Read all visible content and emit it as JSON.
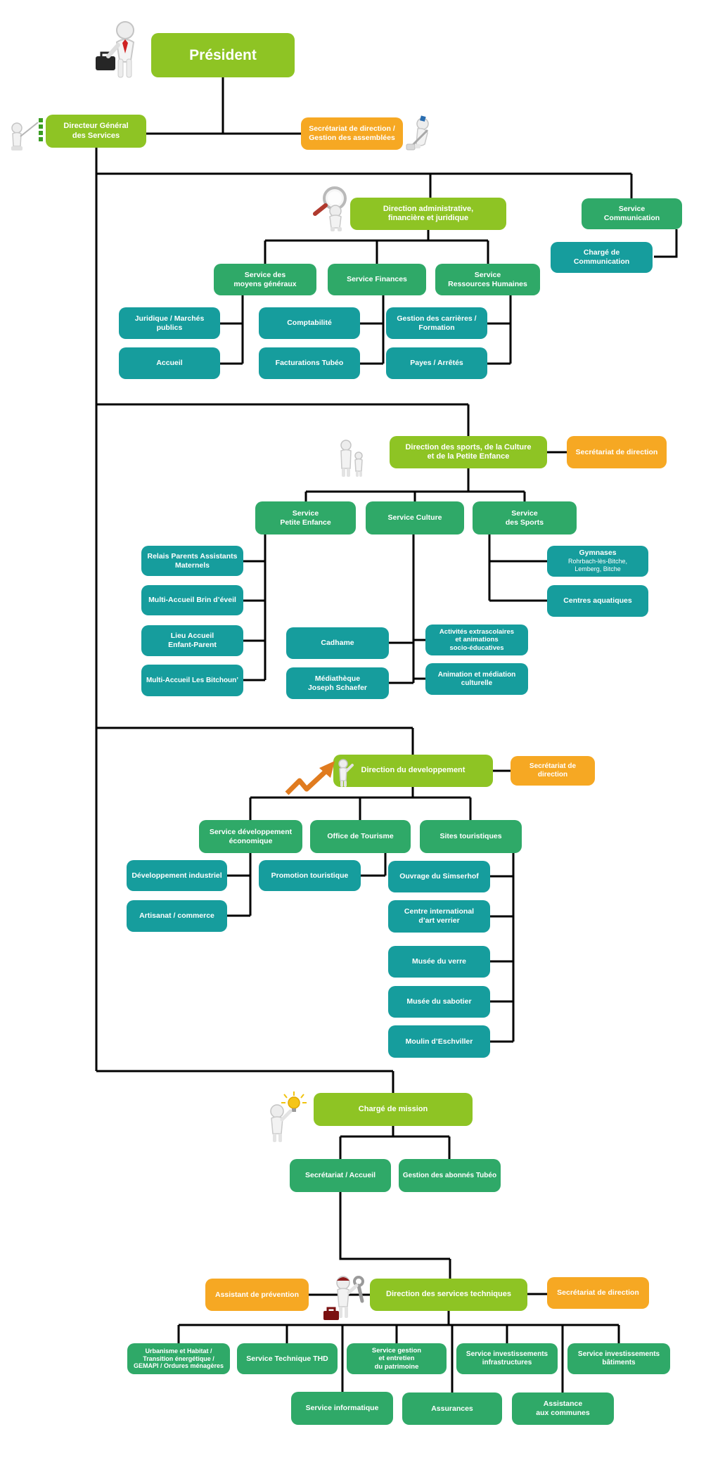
{
  "document": {
    "kind": "organigramme",
    "language": "fr"
  },
  "colors": {
    "direction_green": "#8ec424",
    "service_green": "#2fa968",
    "unit_teal": "#169d9d",
    "secretariat_orange": "#f6a823",
    "connector_black": "#000000",
    "text_white": "#ffffff",
    "background": "#ffffff"
  },
  "icons": {
    "president-figure-icon": "3d figurine businessman with red tie and briefcase",
    "presenter-figure-icon": "3d figurine pointing at checklist",
    "sweeper-figure-icon": "3d figurine pushing broom",
    "magnifier-figure-icon": "3d figurine holding magnifying glass",
    "family-figure-icon": "3d figurine adult with child",
    "growth-arrow-figure-icon": "3d figurine on rising orange arrow",
    "idea-figure-icon": "3d figurine holding glowing light bulb",
    "technician-figure-icon": "3d figurine with hard hat, wrench and toolbox"
  },
  "nodes": {
    "president": {
      "label": "Président",
      "role": "direction"
    },
    "dgs": {
      "label": "Directeur Général\ndes Services",
      "role": "direction"
    },
    "secretariat1": {
      "label": "Secrétariat de direction /\nGestion des assemblées",
      "role": "secretariat"
    },
    "dir-admin": {
      "label": "Direction administrative,\nfinancière et juridique",
      "role": "direction"
    },
    "svc-comm": {
      "label": "Service\nCommunication",
      "role": "service"
    },
    "charge-comm": {
      "label": "Chargé de\nCommunication",
      "role": "unit"
    },
    "svc-moyens": {
      "label": "Service des\nmoyens généraux",
      "role": "service"
    },
    "svc-finances": {
      "label": "Service Finances",
      "role": "service"
    },
    "svc-rh": {
      "label": "Service\nRessources Humaines",
      "role": "service"
    },
    "juridique": {
      "label": "Juridique / Marchés publics",
      "role": "unit"
    },
    "accueil": {
      "label": "Accueil",
      "role": "unit"
    },
    "comptabilite": {
      "label": "Comptabilité",
      "role": "unit"
    },
    "facturations": {
      "label": "Facturations Tubéo",
      "role": "unit"
    },
    "gestion-carrieres": {
      "label": "Gestion des carrières /\nFormation",
      "role": "unit"
    },
    "payes": {
      "label": "Payes / Arrêtés",
      "role": "unit"
    },
    "dir-sports": {
      "label": "Direction des sports, de la Culture\net de la Petite Enfance",
      "role": "direction"
    },
    "secretariat2": {
      "label": "Secrétariat de direction",
      "role": "secretariat"
    },
    "svc-petite-enfance": {
      "label": "Service\nPetite Enfance",
      "role": "service"
    },
    "svc-culture": {
      "label": "Service Culture",
      "role": "service"
    },
    "svc-sports": {
      "label": "Service\ndes Sports",
      "role": "service"
    },
    "relais": {
      "label": "Relais Parents Assistants\nMaternels",
      "role": "unit"
    },
    "brin": {
      "label": "Multi-Accueil Brin d’éveil",
      "role": "unit"
    },
    "lieu": {
      "label": "Lieu Accueil\nEnfant-Parent",
      "role": "unit"
    },
    "bitchoun": {
      "label": "Multi-Accueil Les Bitchoun’",
      "role": "unit"
    },
    "cadhame": {
      "label": "Cadhame",
      "role": "unit"
    },
    "mediatheque": {
      "label": "Médiathèque\nJoseph Schaefer",
      "role": "unit"
    },
    "gymnases": {
      "label": "Gymnases",
      "sub": "Rohrbach-lès-Bitche,\nLemberg, Bitche",
      "role": "unit"
    },
    "centres-aquatiques": {
      "label": "Centres aquatiques",
      "role": "unit"
    },
    "activites": {
      "label": "Activités extrascolaires\net animations\nsocio-éducatives",
      "role": "unit"
    },
    "animation": {
      "label": "Animation et médiation\nculturelle",
      "role": "unit"
    },
    "dir-dev": {
      "label": "Direction du developpement",
      "role": "direction"
    },
    "secretariat3": {
      "label": "Secrétariat de direction",
      "role": "secretariat"
    },
    "svc-dev-eco": {
      "label": "Service développement\néconomique",
      "role": "service"
    },
    "office-tourisme": {
      "label": "Office de Tourisme",
      "role": "service"
    },
    "sites-touristiques": {
      "label": "Sites touristiques",
      "role": "service"
    },
    "dev-industriel": {
      "label": "Développement industriel",
      "role": "unit"
    },
    "artisanat": {
      "label": "Artisanat / commerce",
      "role": "unit"
    },
    "promotion": {
      "label": "Promotion touristique",
      "role": "unit"
    },
    "ouvrage": {
      "label": "Ouvrage du Simserhof",
      "role": "unit"
    },
    "centre-verrier": {
      "label": "Centre international\nd’art verrier",
      "role": "unit"
    },
    "musee-verre": {
      "label": "Musée du verre",
      "role": "unit"
    },
    "musee-sabotier": {
      "label": "Musée du sabotier",
      "role": "unit"
    },
    "moulin": {
      "label": "Moulin d’Eschviller",
      "role": "unit"
    },
    "charge-mission": {
      "label": "Chargé de mission",
      "role": "direction"
    },
    "secretariat-accueil": {
      "label": "Secrétariat / Accueil",
      "role": "service"
    },
    "gestion-abonnes": {
      "label": "Gestion des abonnés Tubéo",
      "role": "service"
    },
    "assistant-prevention": {
      "label": "Assistant de prévention",
      "role": "secretariat"
    },
    "dir-tech": {
      "label": "Direction des services techniques",
      "role": "direction"
    },
    "secretariat5": {
      "label": "Secrétariat de direction",
      "role": "secretariat"
    },
    "urbanisme": {
      "label": "Urbanisme et Habitat /\nTransition énergétique /\nGEMAPI / Ordures ménagères",
      "role": "service"
    },
    "thd": {
      "label": "Service Technique THD",
      "role": "service"
    },
    "svc-gestion": {
      "label": "Service gestion\net entretien\ndu patrimoine",
      "role": "service"
    },
    "svc-invest-infra": {
      "label": "Service investissements\ninfrastructures",
      "role": "service"
    },
    "svc-invest-bat": {
      "label": "Service investissements\nbâtiments",
      "role": "service"
    },
    "svc-informatique": {
      "label": "Service informatique",
      "role": "service"
    },
    "assurances": {
      "label": "Assurances",
      "role": "service"
    },
    "assistance-communes": {
      "label": "Assistance\naux communes",
      "role": "service"
    }
  }
}
